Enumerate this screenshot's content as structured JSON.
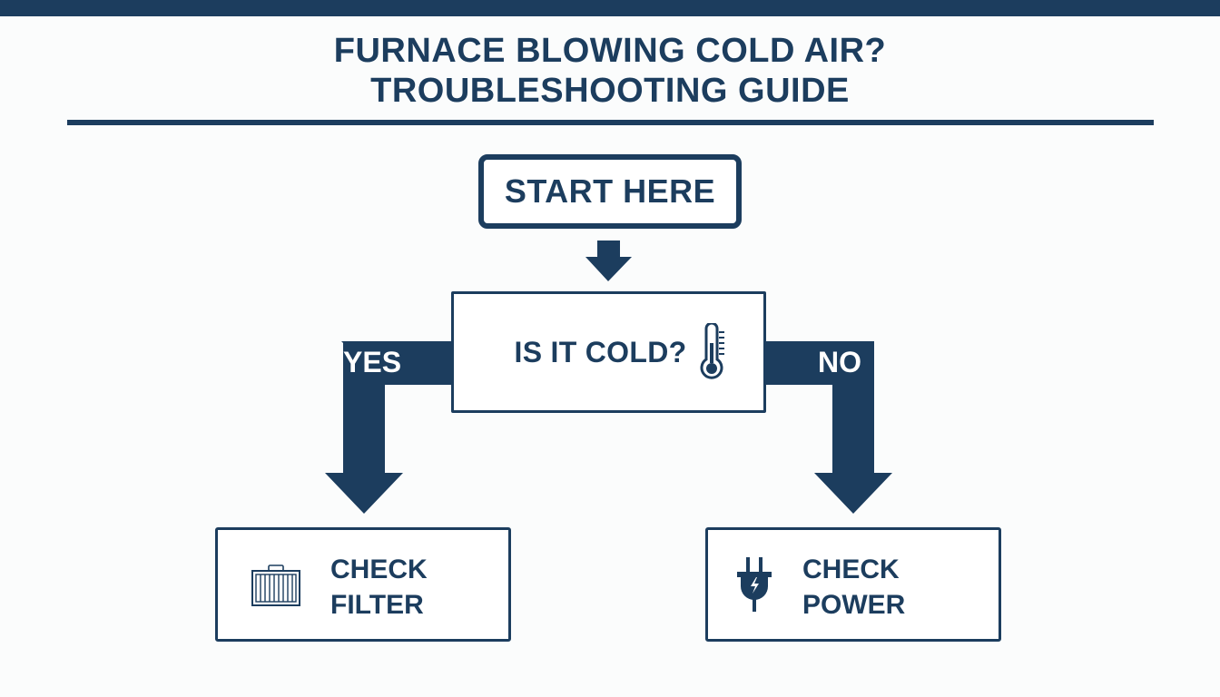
{
  "header": {
    "title_line1": "FURNACE BLOWING COLD AIR?",
    "title_line2": "TROUBLESHOOTING GUIDE"
  },
  "flowchart": {
    "start": {
      "label": "START HERE"
    },
    "question": {
      "label": "IS IT COLD?",
      "icon": "thermometer-icon"
    },
    "branches": {
      "yes": {
        "label": "YES"
      },
      "no": {
        "label": "NO"
      }
    },
    "results": {
      "yes_result": {
        "line1": "CHECK",
        "line2": "FILTER",
        "icon": "air-filter-icon"
      },
      "no_result": {
        "line1": "CHECK",
        "line2": "POWER",
        "icon": "power-plug-icon"
      }
    }
  },
  "colors": {
    "primary": "#1c3d5e",
    "background": "#fbfcfc",
    "box_fill": "#ffffff",
    "label_text": "#ffffff"
  }
}
